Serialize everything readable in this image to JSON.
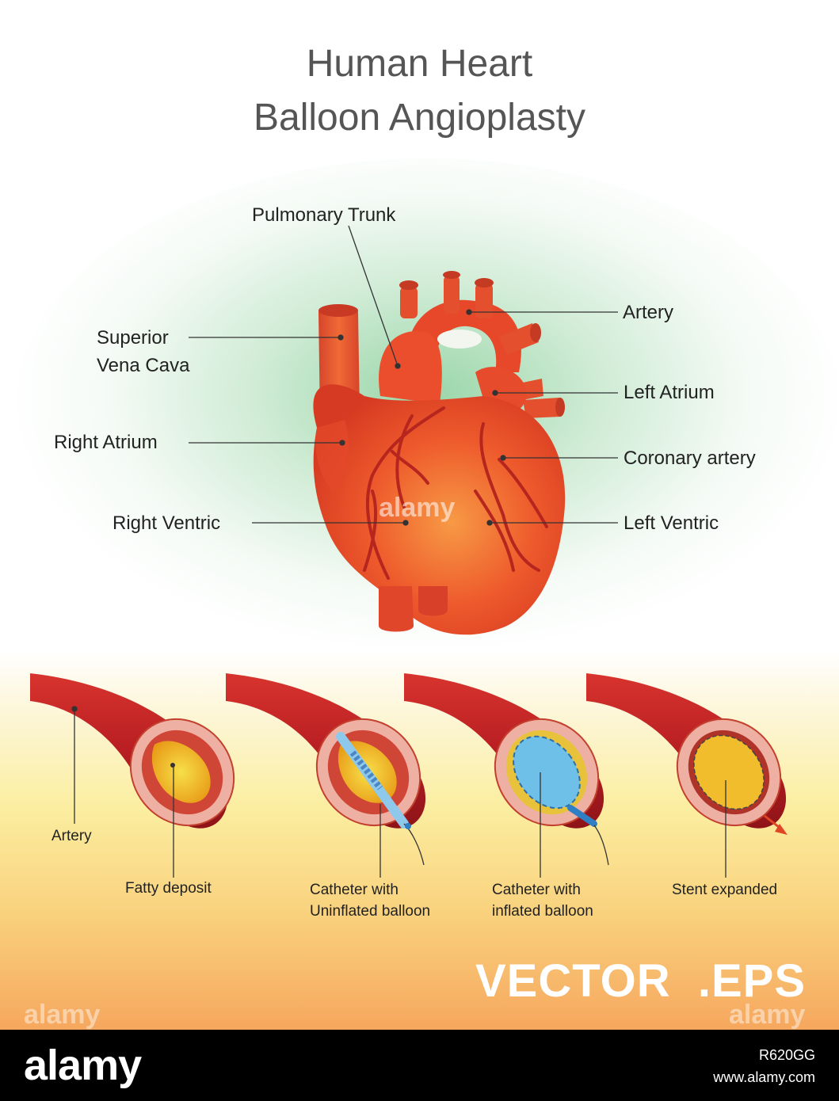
{
  "title": {
    "line1": "Human Heart",
    "line2": "Balloon Angioplasty"
  },
  "heart_labels": {
    "pulmonary_trunk": "Pulmonary Trunk",
    "artery": "Artery",
    "superior_vena_cava_1": "Superior",
    "superior_vena_cava_2": "Vena Cava",
    "left_atrium": "Left Atrium",
    "right_atrium": "Right Atrium",
    "coronary_artery": "Coronary artery",
    "right_ventric": "Right Ventric",
    "left_ventric": "Left Ventric"
  },
  "stages": {
    "artery": "Artery",
    "fatty_deposit": "Fatty deposit",
    "catheter_uninflated_1": "Catheter with",
    "catheter_uninflated_2": "Uninflated balloon",
    "catheter_inflated_1": "Catheter with",
    "catheter_inflated_2": "inflated balloon",
    "stent_expanded": "Stent expanded"
  },
  "badge": "VECTOR  .EPS",
  "watermark": "alamy",
  "footer": {
    "brand": "alamy",
    "image_id": "R620GG",
    "site": "www.alamy.com"
  },
  "colors": {
    "heart": "#e8482a",
    "artery": "#b81e22",
    "plaque": "#f2c21a",
    "stent_blue": "#5fb7e6"
  }
}
